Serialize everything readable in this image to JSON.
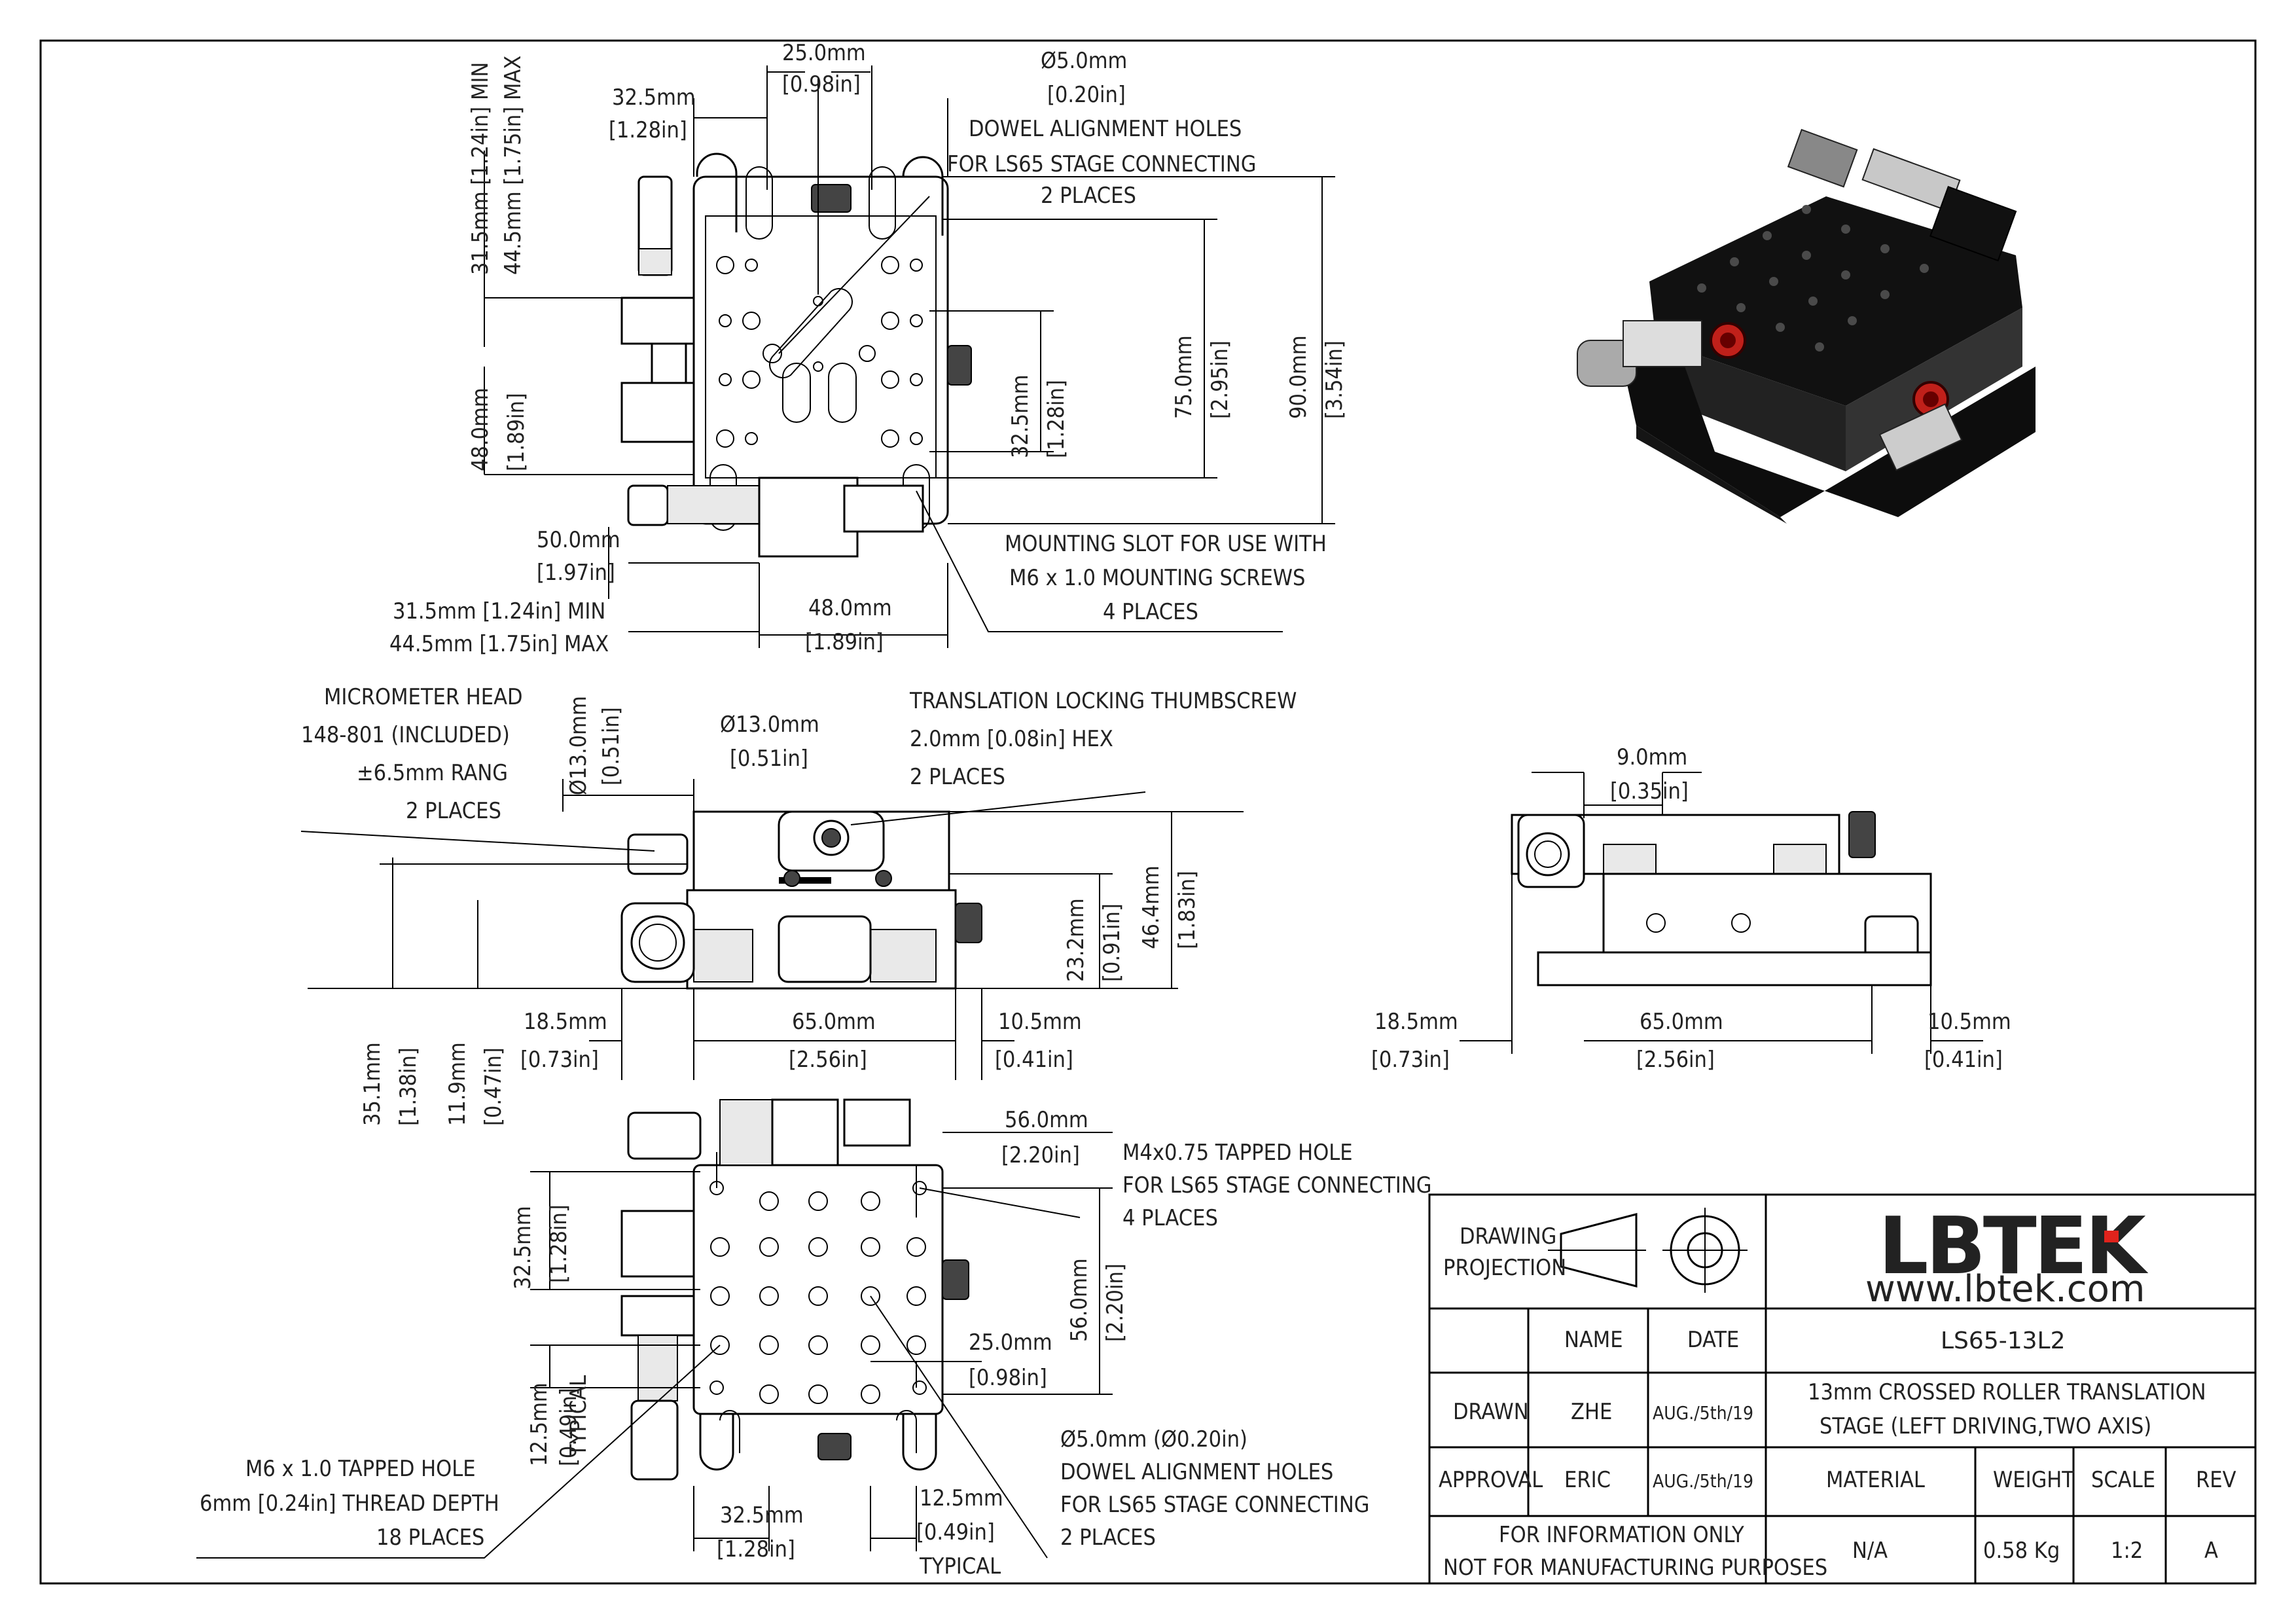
{
  "top_view": {
    "dim_25": "25.0mm",
    "dim_25_in": "[0.98in]",
    "dim_phi5": "Ø5.0mm",
    "dim_phi5_in": "[0.20in]",
    "dowel_l1": "DOWEL ALIGNMENT HOLES",
    "dowel_l2": "FOR LS65 STAGE CONNECTING",
    "dowel_l3": "2 PLACES",
    "dim_325": "32.5mm",
    "dim_325_in": "[1.28in]",
    "vert_min": "31.5mm [1.24in] MIN",
    "vert_max": "44.5mm [1.75in] MAX",
    "dim_48v": "48.0mm",
    "dim_48v_in": "[1.89in]",
    "dim_325v": "32.5mm",
    "dim_325v_in": "[1.28in]",
    "dim_75": "75.0mm",
    "dim_75_in": "[2.95in]",
    "dim_90": "90.0mm",
    "dim_90_in": "[3.54in]",
    "dim_50": "50.0mm",
    "dim_50_in": "[1.97in]",
    "horiz_min": "31.5mm [1.24in] MIN",
    "horiz_max": "44.5mm [1.75in] MAX",
    "dim_48h": "48.0mm",
    "dim_48h_in": "[1.89in]",
    "mount_l1": "MOUNTING SLOT FOR USE WITH",
    "mount_l2": "M6 x 1.0 MOUNTING SCREWS",
    "mount_l3": "4 PLACES"
  },
  "front_view": {
    "micro_l1": "MICROMETER HEAD",
    "micro_l2": "148-801 (INCLUDED)",
    "micro_l3": "±6.5mm RANG",
    "micro_l4": "2 PLACES",
    "dim_phi13v": "Ø13.0mm",
    "dim_phi13v_in": "[0.51in]",
    "dim_phi13": "Ø13.0mm",
    "dim_phi13_in": "[0.51in]",
    "lock_l1": "TRANSLATION LOCKING THUMBSCREW",
    "lock_l2": "2.0mm [0.08in] HEX",
    "lock_l3": "2 PLACES",
    "dim_232": "23.2mm",
    "dim_232_in": "[0.91in]",
    "dim_464": "46.4mm",
    "dim_464_in": "[1.83in]",
    "dim_185": "18.5mm",
    "dim_185_in": "[0.73in]",
    "dim_65": "65.0mm",
    "dim_65_in": "[2.56in]",
    "dim_105": "10.5mm",
    "dim_105_in": "[0.41in]",
    "dim_351": "35.1mm",
    "dim_351_in": "[1.38in]",
    "dim_119": "11.9mm",
    "dim_119_in": "[0.47in]"
  },
  "side_view": {
    "dim_9": "9.0mm",
    "dim_9_in": "[0.35in]",
    "dim_185": "18.5mm",
    "dim_185_in": "[0.73in]",
    "dim_65": "65.0mm",
    "dim_65_in": "[2.56in]",
    "dim_105": "10.5mm",
    "dim_105_in": "[0.41in]"
  },
  "bottom_view": {
    "dim_56h": "56.0mm",
    "dim_56h_in": "[2.20in]",
    "m4_l1": "M4x0.75 TAPPED HOLE",
    "m4_l2": "FOR LS65 STAGE CONNECTING",
    "m4_l3": "4 PLACES",
    "dim_325v": "32.5mm",
    "dim_325v_in": "[1.28in]",
    "dim_56v": "56.0mm",
    "dim_56v_in": "[2.20in]",
    "dim_25": "25.0mm",
    "dim_25_in": "[0.98in]",
    "dim_125v": "12.5mm",
    "dim_125v_in": "[0.49in]",
    "dim_125v_typ": "TYPICAL",
    "m6_l1": "M6 x 1.0 TAPPED HOLE",
    "m6_l2": "6mm [0.24in] THREAD DEPTH",
    "m6_l3": "18 PLACES",
    "dim_325h": "32.5mm",
    "dim_325h_in": "[1.28in]",
    "dim_125h": "12.5mm",
    "dim_125h_in": "[0.49in]",
    "dim_125h_typ": "TYPICAL",
    "dowel_l1": "Ø5.0mm (Ø0.20in)",
    "dowel_l2": "DOWEL ALIGNMENT HOLES",
    "dowel_l3": "FOR LS65 STAGE CONNECTING",
    "dowel_l4": "2 PLACES"
  },
  "title_block": {
    "proj_l1": "DRAWING",
    "proj_l2": "PROJECTION",
    "logo": "LBTEK",
    "url": "www.lbtek.com",
    "name_hdr": "NAME",
    "date_hdr": "DATE",
    "part_no": "LS65-13L2",
    "drawn": "DRAWN",
    "drawn_name": "ZHE",
    "drawn_date": "AUG./5th/19",
    "desc_l1": "13mm CROSSED ROLLER TRANSLATION",
    "desc_l2": "STAGE (LEFT DRIVING,TWO AXIS)",
    "approval": "APPROVAL",
    "approval_name": "ERIC",
    "approval_date": "AUG./5th/19",
    "material_hdr": "MATERIAL",
    "weight_hdr": "WEIGHT",
    "scale_hdr": "SCALE",
    "rev_hdr": "REV",
    "info_l1": "FOR INFORMATION ONLY",
    "info_l2": "NOT FOR MANUFACTURING PURPOSES",
    "material": "N/A",
    "weight": "0.58 Kg",
    "scale": "1:2",
    "rev": "A"
  },
  "colors": {
    "line": "#000000",
    "logo_accent": "#e0231c",
    "knob_red": "#c0201a"
  }
}
